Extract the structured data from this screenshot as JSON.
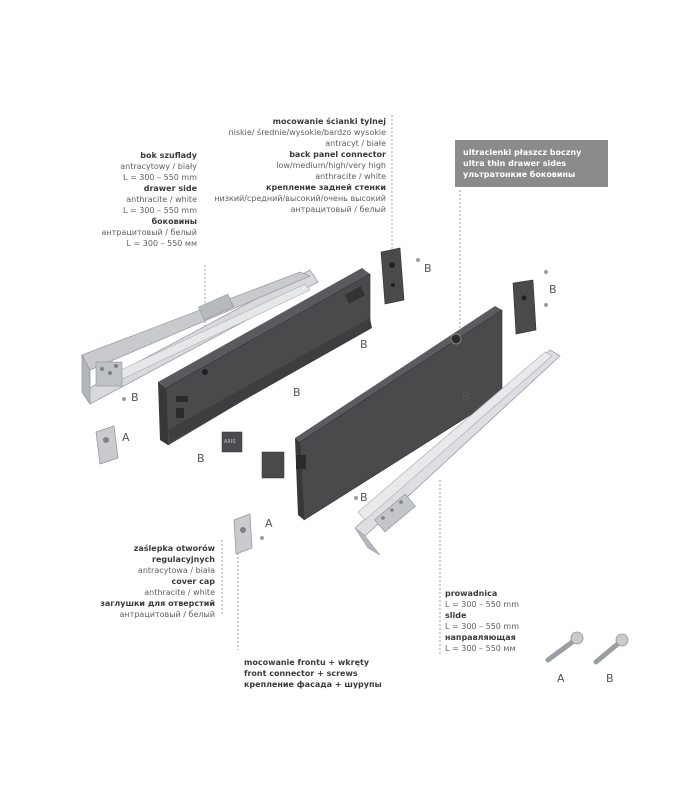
{
  "labels": {
    "drawer_side": {
      "pl_title": "bok szuflady",
      "pl_color": "antracytowy / biały",
      "pl_len": "L = 300 – 550 mm",
      "en_title": "drawer side",
      "en_color": "anthracite / white",
      "en_len": "L = 300 – 550 mm",
      "ru_title": "боковины",
      "ru_color": "антрацитовый / белый",
      "ru_len": "L = 300 – 550 мм"
    },
    "back_panel": {
      "pl_title": "mocowanie ścianki tylnej",
      "pl_sizes": "niskie/ średnie/wysokie/bardzo wysokie",
      "pl_color": "antracyt / białe",
      "en_title": "back panel connector",
      "en_sizes": "low/medium/high/very high",
      "en_color": "anthracite / white",
      "ru_title": "крепление задней стенки",
      "ru_sizes": "низкий/средний/высокий/очень высокий",
      "ru_color": "антрацитовый / белый"
    },
    "thin_sides": {
      "pl": "ultracienki płaszcz boczny",
      "en": "ultra thin drawer sides",
      "ru": "ультратонкие боковины"
    },
    "cover_cap": {
      "pl_title_1": "zaślepka otworów",
      "pl_title_2": "regulacyjnych",
      "pl_color": "antracytowa / biała",
      "en_title": "cover cap",
      "en_color": "anthracite / white",
      "ru_title": "заглушки для отверстий",
      "ru_color": "антрацитовый / белый"
    },
    "front_connector": {
      "pl": "mocowanie frontu + wkręty",
      "en": "front connector + screws",
      "ru": "крепление фасада + шурупы"
    },
    "slide": {
      "pl_title": "prowadnica",
      "pl_len": "L = 300 – 550 mm",
      "en_title": "slide",
      "en_len": "L = 300 – 550 mm",
      "ru_title": "направляющая",
      "ru_len": "L = 300 – 550 мм"
    }
  },
  "markers": {
    "a": "A",
    "b": "B"
  },
  "colors": {
    "anthracite": "#4a4a4d",
    "anthracite_dark": "#38383b",
    "steel": "#c9cbce",
    "steel_dark": "#9a9da1",
    "grey_box": "#8b8b8d",
    "leader": "#9a9a9a"
  }
}
